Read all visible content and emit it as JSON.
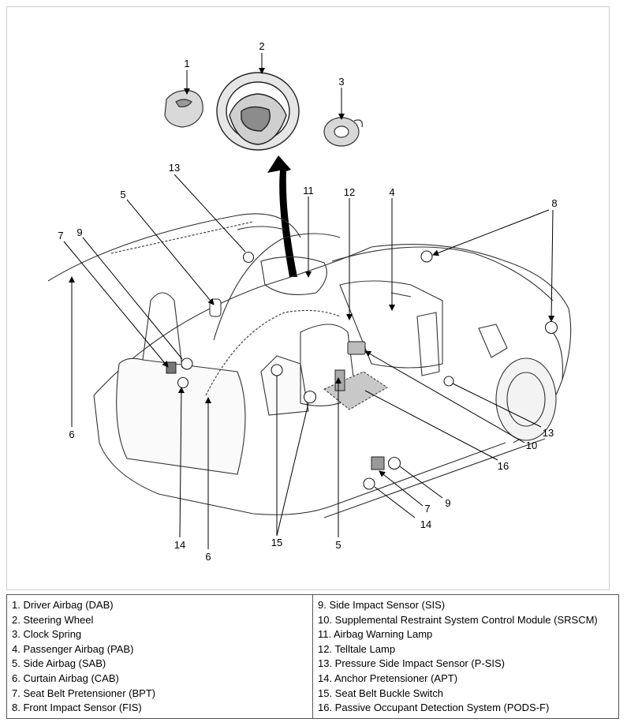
{
  "callouts": {
    "c1a": "1",
    "c2a": "2",
    "c3a": "3",
    "c13a": "13",
    "c11a": "11",
    "c12a": "12",
    "c4a": "4",
    "c5a": "5",
    "c8a": "8",
    "c7a": "7",
    "c9a": "9",
    "c6a": "6",
    "c13b": "13",
    "c10a": "10",
    "c16a": "16",
    "c9b": "9",
    "c7b": "7",
    "c14a": "14",
    "c14b": "14",
    "c6b": "6",
    "c15a": "15",
    "c5b": "5"
  },
  "legend": {
    "left": [
      "1. Driver Airbag (DAB)",
      "2. Steering Wheel",
      "3. Clock Spring",
      "4. Passenger Airbag (PAB)",
      "5. Side Airbag (SAB)",
      "6. Curtain Airbag (CAB)",
      "7. Seat Belt Pretensioner (BPT)",
      "8. Front Impact Sensor (FIS)"
    ],
    "right": [
      "9. Side Impact Sensor (SIS)",
      "10. Supplemental Restraint System Control Module (SRSCM)",
      "11. Airbag Warning Lamp",
      "12. Telltale Lamp",
      "13. Pressure Side Impact Sensor (P-SIS)",
      "14. Anchor Pretensioner (APT)",
      "15. Seat Belt Buckle Switch",
      "16. Passive Occupant Detection System (PODS-F)"
    ]
  }
}
